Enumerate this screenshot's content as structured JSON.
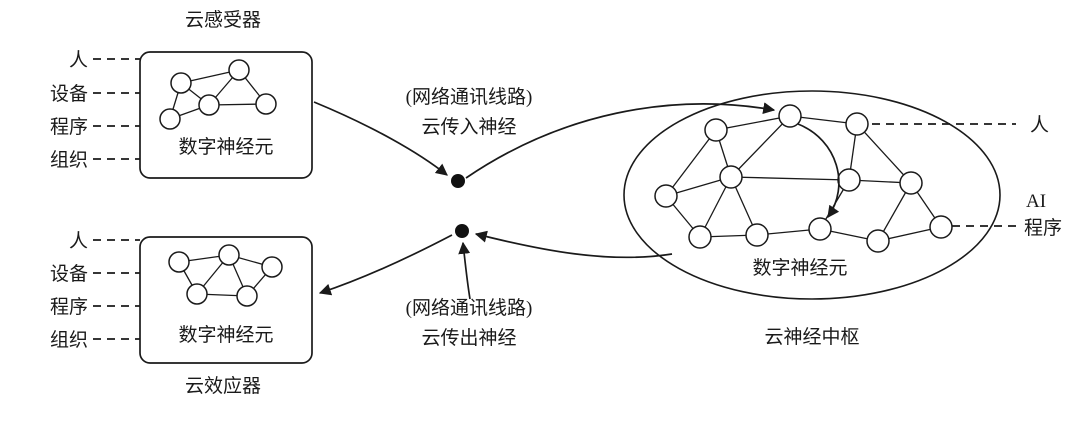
{
  "diagram": {
    "receptor": {
      "title": "云感受器",
      "neuron_label": "数字神经元",
      "inputs": [
        "人",
        "设备",
        "程序",
        "组织"
      ]
    },
    "effector": {
      "title": "云效应器",
      "neuron_label": "数字神经元",
      "inputs": [
        "人",
        "设备",
        "程序",
        "组织"
      ]
    },
    "afferent": {
      "channel": "(网络通讯线路)",
      "name": "云传入神经"
    },
    "efferent": {
      "channel": "(网络通讯线路)",
      "name": "云传出神经"
    },
    "center": {
      "title": "云神经中枢",
      "neuron_label": "数字神经元",
      "labels": {
        "person": "人",
        "ai": "AI",
        "program": "程序"
      }
    },
    "colors": {
      "ink": "#1a1a1a",
      "background": "#ffffff"
    }
  }
}
